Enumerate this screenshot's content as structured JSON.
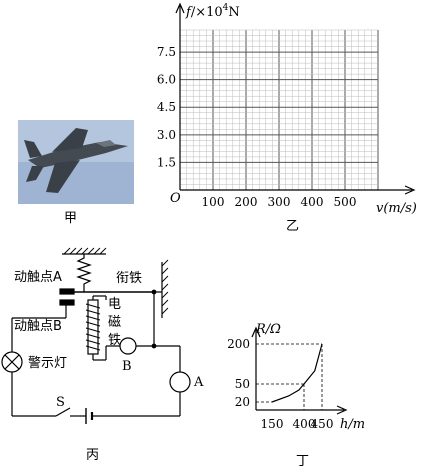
{
  "figure_jia": {
    "caption": "甲"
  },
  "chart_yi": {
    "y_label_f": "f",
    "y_label_rest": "/×10",
    "y_label_exp": "4",
    "y_label_unit": "N",
    "origin": "O",
    "x_label": "v(m/s)",
    "caption": "乙",
    "y_ticks": [
      "1.5",
      "3.0",
      "4.5",
      "6.0",
      "7.5"
    ],
    "x_ticks": [
      "100",
      "200",
      "300",
      "400",
      "500"
    ]
  },
  "circuit_bing": {
    "contact_a": "动触点A",
    "contact_b": "动触点B",
    "armature": "衔铁",
    "electromagnet": [
      "电",
      "磁",
      "铁"
    ],
    "warning_lamp": "警示灯",
    "meter_b": "B",
    "meter_a": "A",
    "switch": "S",
    "caption": "丙"
  },
  "chart_ding": {
    "y_label": "R/Ω",
    "x_label": "h/m",
    "caption": "丁"
  },
  "chart_data": [
    {
      "type": "line",
      "title": "",
      "xlabel": "v(m/s)",
      "ylabel": "f/×10^4N",
      "x_ticks": [
        100,
        200,
        300,
        400,
        500
      ],
      "y_ticks": [
        1.5,
        3.0,
        4.5,
        6.0,
        7.5
      ],
      "xlim": [
        0,
        600
      ],
      "ylim": [
        0,
        8.7
      ],
      "grid": true,
      "series": []
    },
    {
      "type": "line",
      "title": "",
      "xlabel": "h/m",
      "ylabel": "R/Ω",
      "x_ticks": [
        150,
        400,
        450
      ],
      "y_ticks": [
        20,
        50,
        200
      ],
      "series": [
        {
          "x": [
            150,
            280,
            360,
            400,
            430,
            450
          ],
          "y": [
            20,
            30,
            40,
            50,
            100,
            200
          ]
        }
      ]
    }
  ]
}
